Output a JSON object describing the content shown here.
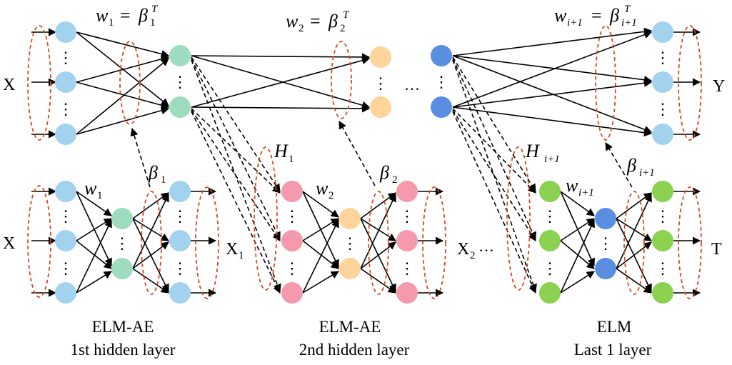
{
  "labels": {
    "x_top": "X",
    "y_top": "Y",
    "x_mid1": "X",
    "x1": "X",
    "x1_sub": "1",
    "x2": "X",
    "x2_sub": "2",
    "t": "T",
    "ellipsis_top": "…",
    "ellipsis_x2": "…"
  },
  "math": {
    "w1_top": {
      "w": "w",
      "wsub": "1",
      "eq": "=",
      "b": "β",
      "bsub": "1",
      "bsup": "T"
    },
    "w2_top": {
      "w": "w",
      "wsub": "2",
      "eq": "=",
      "b": "β",
      "bsub": "2",
      "bsup": "T"
    },
    "wi_top": {
      "w": "w",
      "wsub": "i+1",
      "eq": "=",
      "b": "β",
      "bsub": "i+1",
      "bsup": "T"
    },
    "beta1": {
      "b": "β",
      "sub": "1"
    },
    "beta2": {
      "b": "β",
      "sub": "2"
    },
    "betai": {
      "b": "β",
      "sub": "i+1"
    },
    "h1": {
      "h": "H",
      "sub": "1"
    },
    "hi": {
      "h": "H",
      "sub": "i+1"
    },
    "w1_ae": {
      "w": "w",
      "sub": "1"
    },
    "w2_ae": {
      "w": "w",
      "sub": "2"
    },
    "wi_ae": {
      "w": "w",
      "sub": "i+1"
    }
  },
  "captions": {
    "block1_line1": "ELM-AE",
    "block1_line2": "1st hidden layer",
    "block2_line1": "ELM-AE",
    "block2_line2": "2nd hidden layer",
    "block3_line1": "ELM",
    "block3_line2": "Last 1 layer"
  },
  "colors": {
    "input_blue": "#a3d2ee",
    "hidden_teal": "#9ddcbf",
    "pink": "#f49aac",
    "orange": "#fdd49a",
    "dark_blue": "#5a8ee0",
    "green": "#8ad24f",
    "ellipse_red": "#d9481f"
  }
}
